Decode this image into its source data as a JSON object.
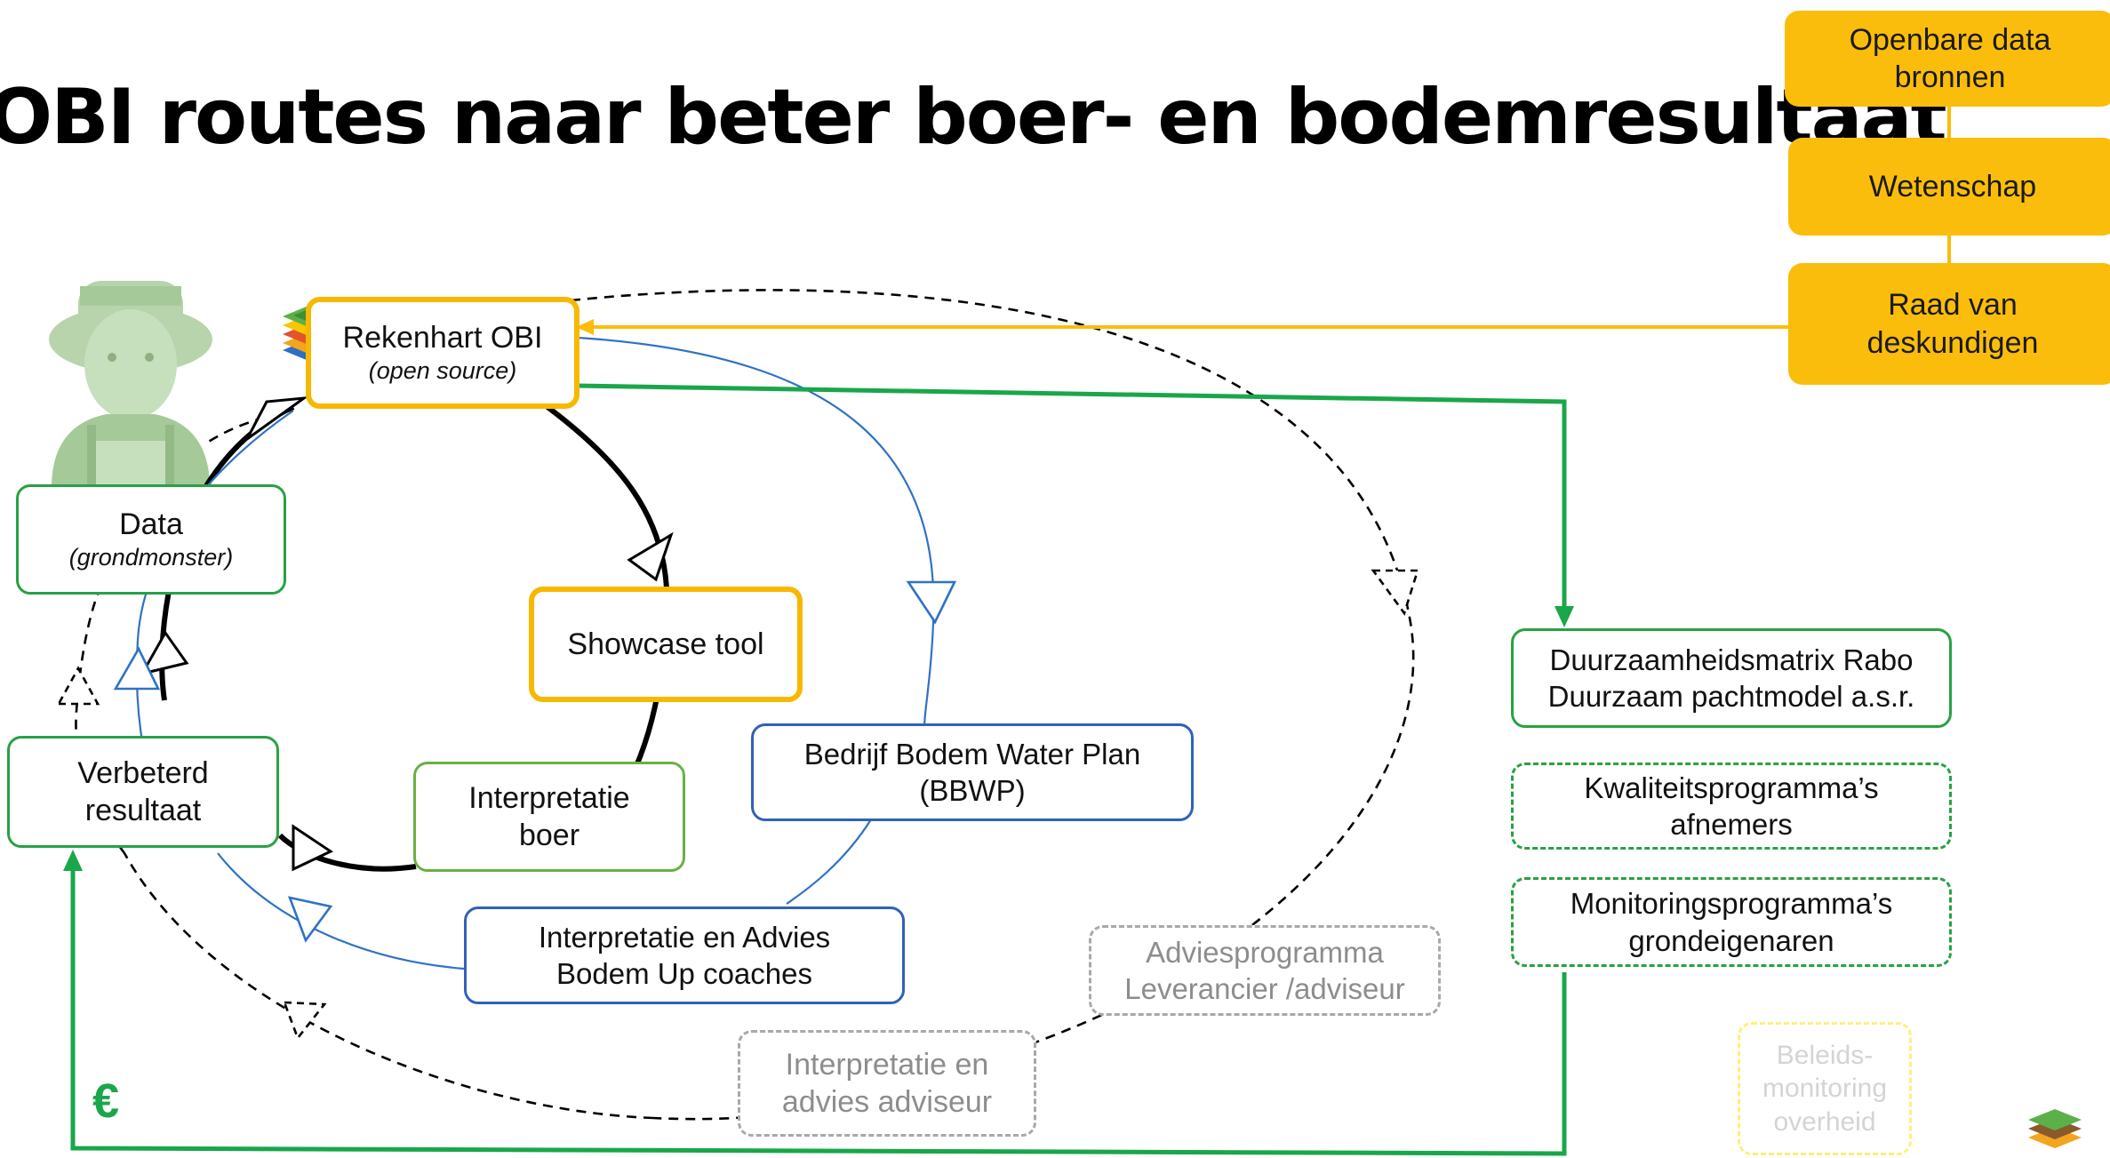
{
  "title": "OBI routes naar beter boer- en bodemresultaat",
  "colors": {
    "yellow": "#fbbd0b",
    "green": "#27a243",
    "blue": "#2f62b8",
    "light_green": "#6ab042",
    "grey": "#a9a9a9",
    "black": "#000000"
  },
  "sources": {
    "open_data": "Openbare data bronnen",
    "science": "Wetenschap",
    "experts": "Raad van deskundigen"
  },
  "nodes": {
    "rekenhart": {
      "title": "Rekenhart OBI",
      "subtitle": "(open source)"
    },
    "data": {
      "title": "Data",
      "subtitle": "(grondmonster)"
    },
    "showcase": "Showcase tool",
    "improved_result": {
      "line1": "Verbeterd",
      "line2": "resultaat"
    },
    "interpretation_farmer": {
      "line1": "Interpretatie",
      "line2": "boer"
    },
    "bbwp": {
      "line1": "Bedrijf Bodem Water Plan",
      "line2": "(BBWP)"
    },
    "bodem_up": {
      "line1": "Interpretatie en Advies",
      "line2": "Bodem Up coaches"
    },
    "advice_program": {
      "line1": "Adviesprogramma",
      "line2": "Leverancier /adviseur"
    },
    "advisor_interpretation": {
      "line1": "Interpretatie en",
      "line2": "advies adviseur"
    }
  },
  "programs": {
    "rabo": {
      "line1": "Duurzaamheidsmatrix Rabo",
      "line2": "Duurzaam pachtmodel a.s.r."
    },
    "quality": {
      "line1": "Kwaliteitsprogramma’s",
      "line2": "afnemers"
    },
    "monitoring": {
      "line1": "Monitoringsprogramma’s",
      "line2": "grondeigenaren"
    },
    "policy": {
      "line1": "Beleids-",
      "line2": "monitoring",
      "line3": "overheid"
    }
  },
  "euro_symbol": "€",
  "icons": [
    "farmer-icon",
    "obi-logo-icon"
  ]
}
